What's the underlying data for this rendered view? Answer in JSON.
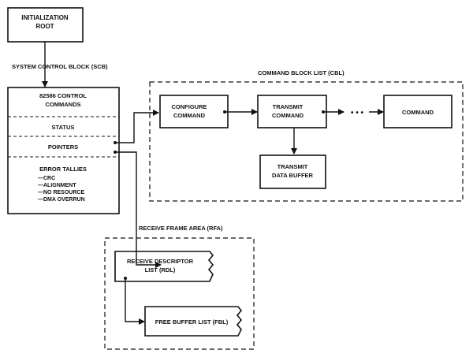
{
  "init_root": {
    "line1": "INITIALIZATION",
    "line2": "ROOT"
  },
  "scb": {
    "label": "SYSTEM CONTROL BLOCK (SCB)",
    "control_line1": "82586 CONTROL",
    "control_line2": "COMMANDS",
    "status": "STATUS",
    "pointers": "POINTERS",
    "error_tallies": {
      "title": "ERROR TALLIES",
      "items": [
        "—CRC",
        "—ALIGNMENT",
        "—NO RESOURCE",
        "—DMA OVERRUN"
      ]
    }
  },
  "cbl": {
    "label": "COMMAND BLOCK LIST (CBL)",
    "configure": {
      "line1": "CONFIGURE",
      "line2": "COMMAND"
    },
    "transmit": {
      "line1": "TRANSMIT",
      "line2": "COMMAND"
    },
    "ellipsis": "• • •",
    "command": "COMMAND",
    "transmit_buffer": {
      "line1": "TRANSMIT",
      "line2": "DATA BUFFER"
    }
  },
  "rfa": {
    "label": "RECEIVE FRAME AREA (RFA)",
    "rdl": {
      "line1": "RECEIVE DESCRIPTOR",
      "line2": "LIST (RDL)"
    },
    "fbl": "FREE BUFFER LIST (FBL)"
  },
  "colors": {
    "ink": "#111111",
    "paper": "#ffffff"
  }
}
